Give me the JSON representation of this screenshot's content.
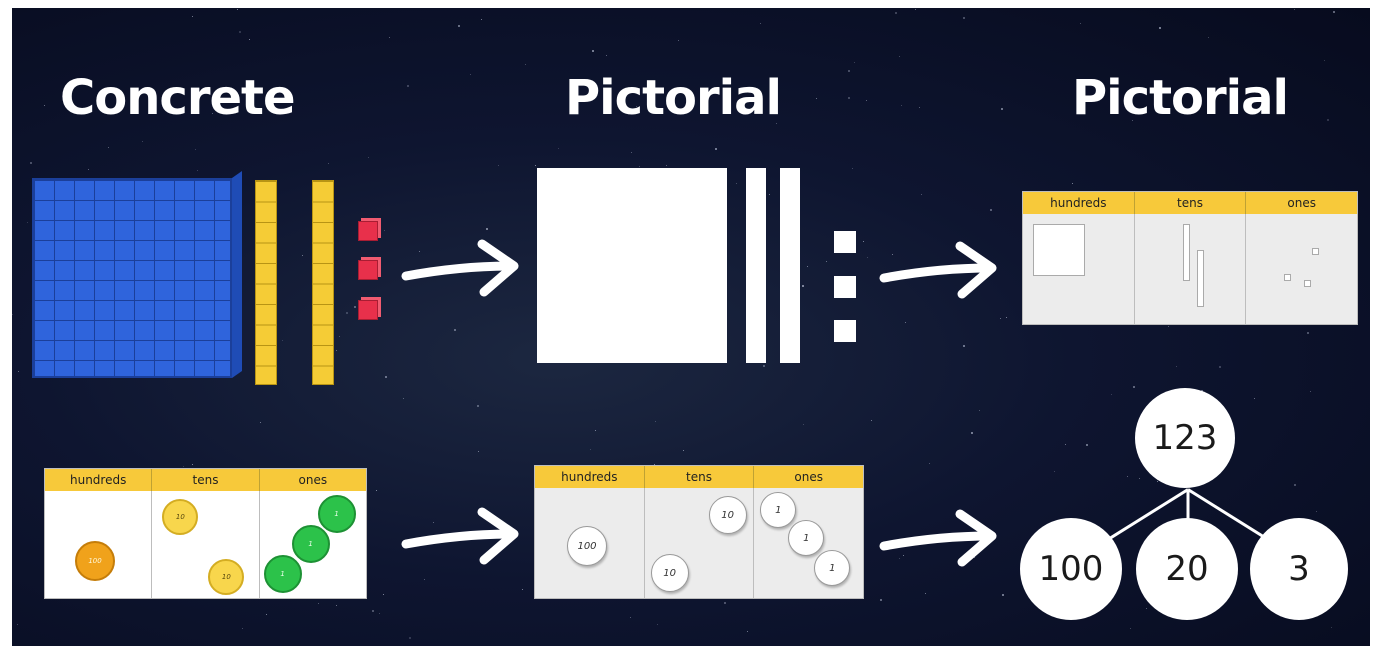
{
  "headings": {
    "left": "Concrete",
    "middle": "Pictorial",
    "right": "Pictorial"
  },
  "place_value_columns": [
    "hundreds",
    "tens",
    "ones"
  ],
  "concrete_counters": {
    "hundreds": "100",
    "tens": "10",
    "ones": "1"
  },
  "pictorial_counters": {
    "hundreds": "100",
    "tens": "10",
    "ones": "1"
  },
  "part_whole": {
    "whole": "123",
    "parts": [
      "100",
      "20",
      "3"
    ]
  },
  "colors": {
    "background": "#0e1530",
    "hundreds_block": "#2f64dc",
    "tens_rod": "#f5cc36",
    "ones_cube": "#e8304b",
    "table_header": "#f7c93a",
    "counter_hundreds": "#f0a21b",
    "counter_tens": "#f8d64c",
    "counter_ones": "#2cc24a"
  }
}
